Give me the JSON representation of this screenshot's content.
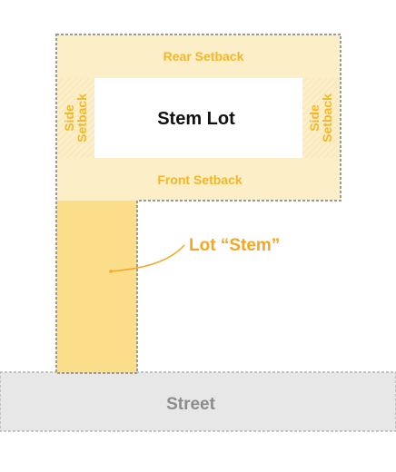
{
  "labels": {
    "rear_setback": "Rear Setback",
    "front_setback": "Front Setback",
    "side_setback_left_line1": "Side",
    "side_setback_left_line2": "Setback",
    "side_setback_right_line1": "Side",
    "side_setback_right_line2": "Setback",
    "stem_lot": "Stem Lot",
    "lot_stem": "Lot “Stem”",
    "street": "Street"
  },
  "colors": {
    "setback_fill": "#fcefc8",
    "stem_fill": "#fbdd8a",
    "setback_text": "#f3b62a",
    "accent": "#f5a623",
    "lot_outline": "#9a9a9a",
    "street_fill": "#e7e7e7",
    "street_text": "#8c8c8c",
    "building_fill": "#ffffff",
    "building_text": "#111111"
  }
}
